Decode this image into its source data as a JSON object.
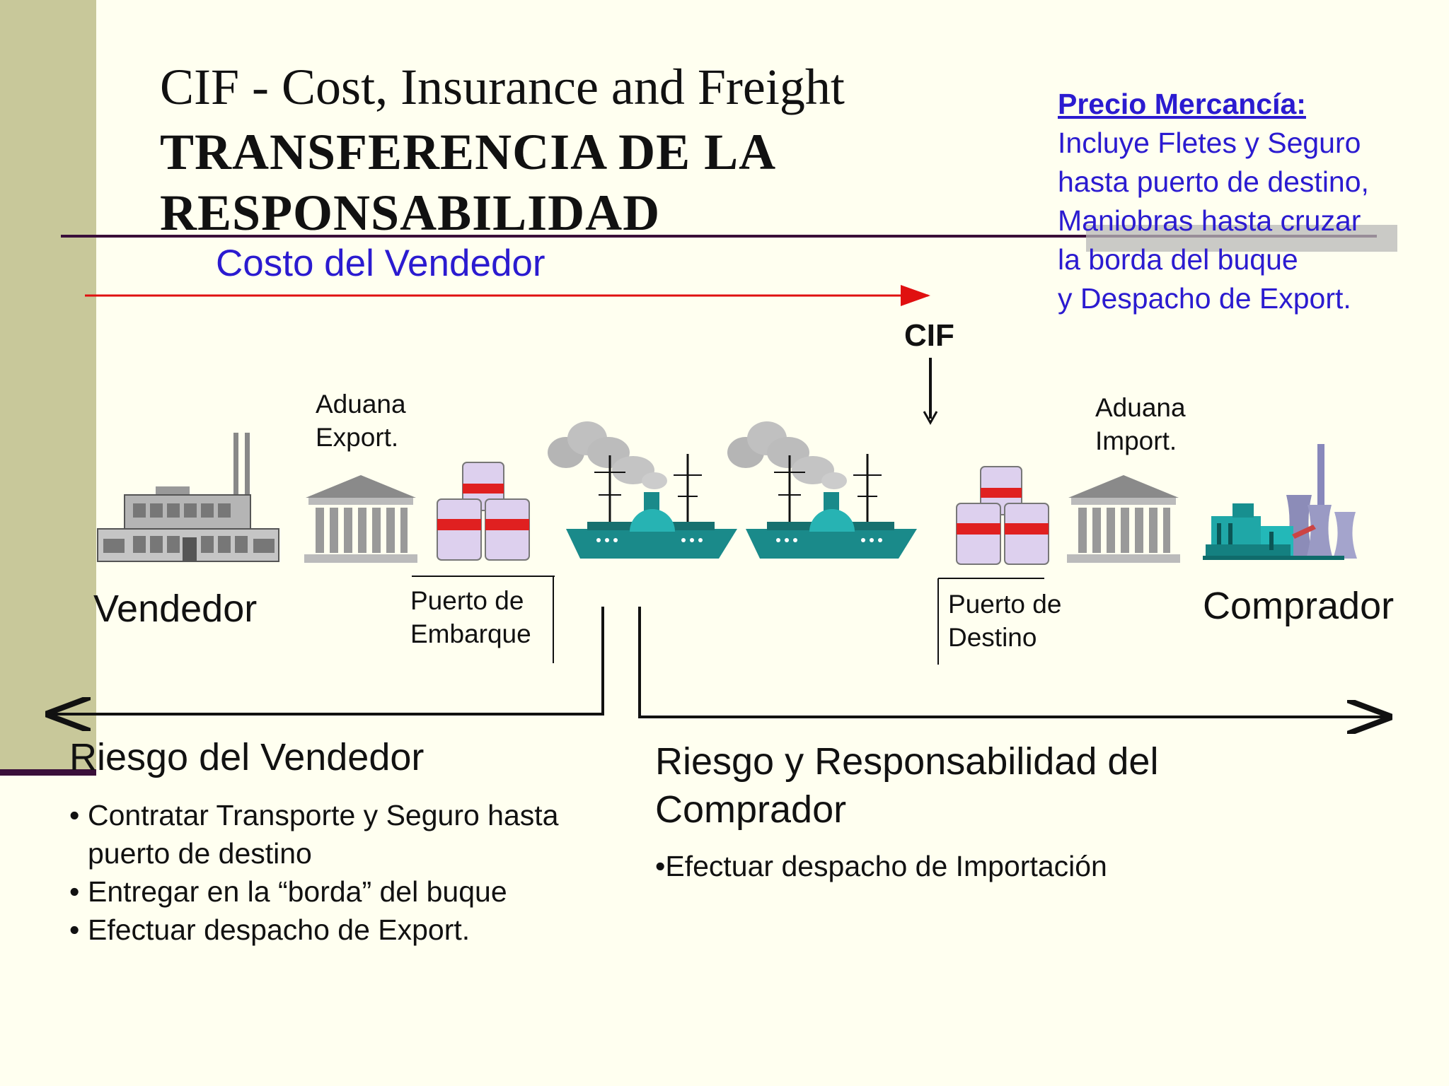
{
  "title": {
    "line1": "CIF - Cost, Insurance and Freight",
    "line2": "TRANSFERENCIA DE LA RESPONSABILIDAD"
  },
  "seller_cost": "Costo del Vendedor",
  "price_box": {
    "heading": "Precio Mercancía:",
    "lines": [
      "Incluye Fletes y Seguro",
      "hasta puerto de destino,",
      "Maniobras hasta cruzar",
      "la borda del buque",
      "y Despacho de Export."
    ]
  },
  "cif_marker": "CIF",
  "nodes": {
    "aduana_export": [
      "Aduana",
      "Export."
    ],
    "aduana_import": [
      "Aduana",
      "Import."
    ],
    "vendedor": "Vendedor",
    "comprador": "Comprador",
    "puerto_embarque": [
      "Puerto de",
      "Embarque"
    ],
    "puerto_destino": [
      "Puerto de",
      "Destino"
    ]
  },
  "seller_risk": {
    "title": "Riesgo del Vendedor",
    "items": [
      [
        "Contratar Transporte y Seguro hasta",
        "puerto de destino"
      ],
      [
        "Entregar en la “borda” del buque"
      ],
      [
        "Efectuar despacho de Export."
      ]
    ]
  },
  "buyer_risk": {
    "title_line1": "Riesgo y Responsabilidad del",
    "title_line2": "Comprador",
    "items": [
      "Efectuar despacho de Importación"
    ]
  },
  "colors": {
    "background": "#fffff0",
    "accent_blue": "#2b1bd0",
    "arrow_red": "#e01010",
    "ship_teal": "#1a8a8a",
    "sidebar": "#c8c89a"
  }
}
